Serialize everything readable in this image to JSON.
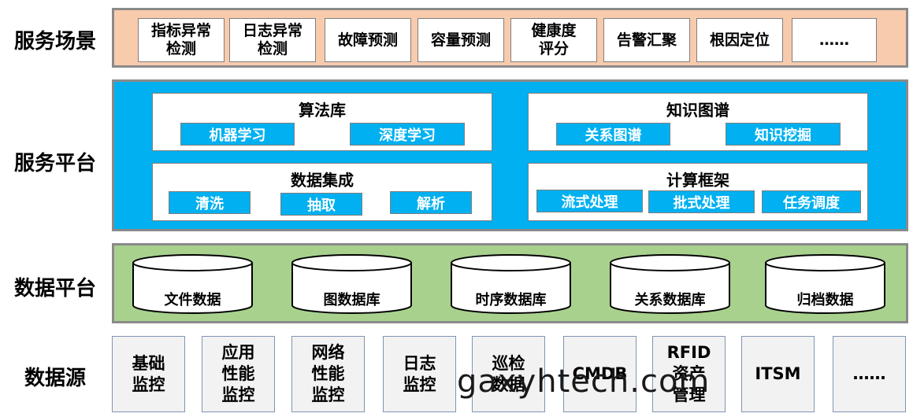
{
  "row_labels": {
    "scenarios": "服务场景",
    "platform": "服务平台",
    "data_platform": "数据平台",
    "data_sources": "数据源"
  },
  "scenarios": [
    "指标异常\n检测",
    "日志异常\n检测",
    "故障预测",
    "容量预测",
    "健康度\n评分",
    "告警汇聚",
    "根因定位",
    "……"
  ],
  "platform": {
    "algorithms": {
      "title": "算法库",
      "items": [
        "机器学习",
        "深度学习"
      ]
    },
    "knowledge": {
      "title": "知识图谱",
      "items": [
        "关系图谱",
        "知识挖掘"
      ]
    },
    "integration": {
      "title": "数据集成",
      "items": [
        "清洗",
        "抽取",
        "解析"
      ]
    },
    "compute": {
      "title": "计算框架",
      "items": [
        "流式处理",
        "批式处理",
        "任务调度"
      ]
    }
  },
  "data_platform": [
    "文件数据",
    "图数据库",
    "时序数据库",
    "关系数据库",
    "归档数据"
  ],
  "data_sources": [
    "基础\n监控",
    "应用\n性能\n监控",
    "网络\n性能\n监控",
    "日志\n监控",
    "巡检\n数据",
    "CMDB",
    "RFID\n资产\n管理",
    "ITSM",
    "……"
  ],
  "watermark": "gaxyhtech.com",
  "colors": {
    "scenario_band": "#f8cbad",
    "platform_band": "#00b0f0",
    "data_band": "#a9d18e",
    "source_box": "#f2f2f2",
    "border": "#8a8a8a"
  }
}
